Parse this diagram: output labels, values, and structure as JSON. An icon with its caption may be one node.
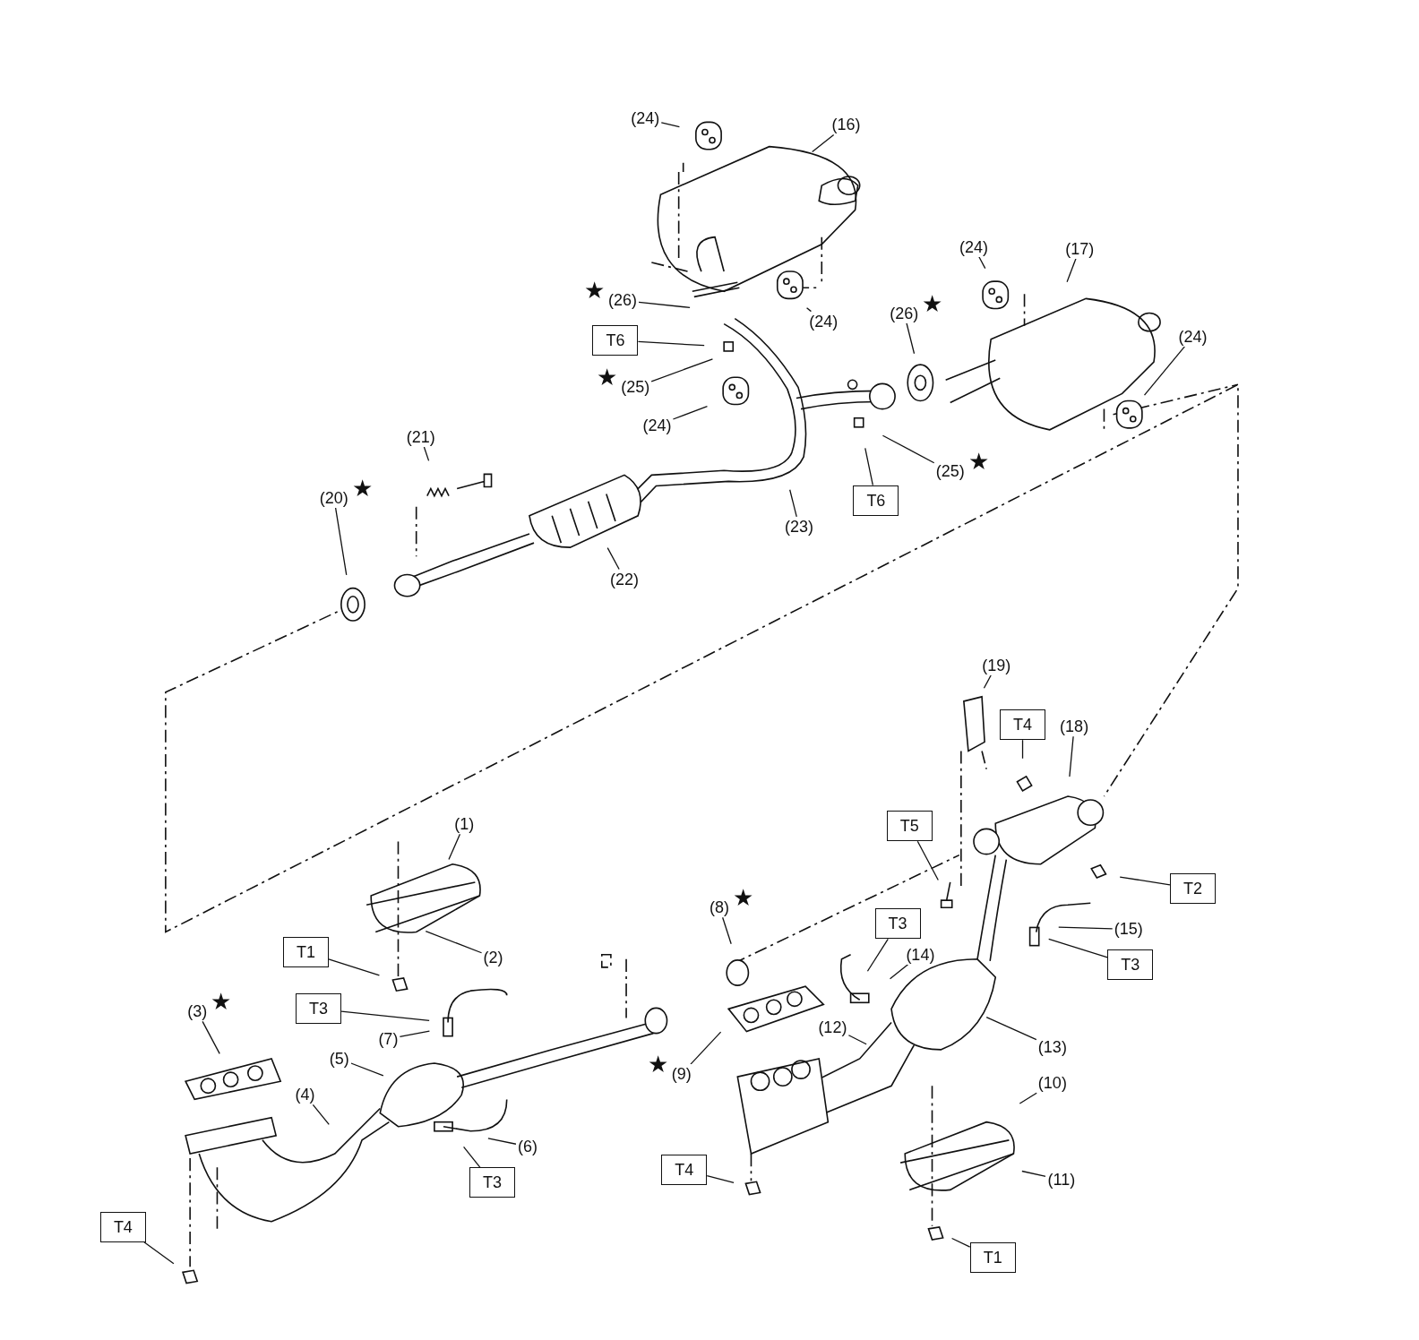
{
  "diagram": {
    "nodes": [
      {
        "text": [
          "(24)"
        ]
      },
      {
        "text": [
          "(16)"
        ]
      },
      {
        "text": [
          "(26)"
        ],
        "beside": [
          "★"
        ]
      },
      {
        "text": [
          "T6"
        ]
      },
      {
        "text": [
          "(25)"
        ],
        "beside": [
          "★"
        ]
      },
      {
        "text": [
          "(24)"
        ]
      },
      {
        "text": [
          "(24)"
        ]
      },
      {
        "text": [
          "(26)"
        ],
        "beside": [
          "★"
        ]
      },
      {
        "text": [
          "(24)"
        ]
      },
      {
        "text": [
          "(17)"
        ]
      },
      {
        "text": [
          "(24)"
        ]
      },
      {
        "text": [
          "T6"
        ]
      },
      {
        "text": [
          "(25)"
        ],
        "beside": [
          "★"
        ]
      },
      {
        "text": [
          "(23)"
        ]
      },
      {
        "text": [
          "(22)"
        ]
      },
      {
        "text": [
          "(21)"
        ]
      },
      {
        "text": [
          "(20)"
        ],
        "beside": [
          "★"
        ]
      },
      {
        "text": [
          "(19)"
        ]
      },
      {
        "text": [
          "T4"
        ]
      },
      {
        "text": [
          "(18)"
        ]
      },
      {
        "text": [
          "T5"
        ]
      },
      {
        "text": [
          "T2"
        ]
      },
      {
        "text": [
          "(1)"
        ]
      },
      {
        "text": [
          "(2)"
        ]
      },
      {
        "text": [
          "T1"
        ]
      },
      {
        "text": [
          "(8)"
        ],
        "beside": [
          "★"
        ]
      },
      {
        "text": [
          "T3"
        ]
      },
      {
        "text": [
          "(14)"
        ]
      },
      {
        "text": [
          "(15)"
        ]
      },
      {
        "text": [
          "T3"
        ]
      },
      {
        "text": [
          "(3)"
        ],
        "beside": [
          "★"
        ]
      },
      {
        "text": [
          "T3"
        ]
      },
      {
        "text": [
          "(7)"
        ]
      },
      {
        "text": [
          "(12)"
        ]
      },
      {
        "text": [
          "(13)"
        ]
      },
      {
        "text": [
          "(5)"
        ]
      },
      {
        "text": [
          "(9)"
        ],
        "beside": [
          "★"
        ]
      },
      {
        "text": [
          "(4)"
        ]
      },
      {
        "text": [
          "(10)"
        ]
      },
      {
        "text": [
          "(6)"
        ]
      },
      {
        "text": [
          "T3"
        ]
      },
      {
        "text": [
          "T4"
        ]
      },
      {
        "text": [
          "(11)"
        ]
      },
      {
        "text": [
          "T4"
        ]
      },
      {
        "text": [
          "T1"
        ]
      }
    ],
    "edges": [
      {
        "from": 0,
        "to": null,
        "arrow": "none"
      },
      {
        "from": 1,
        "to": null,
        "arrow": "none"
      },
      {
        "from": 2,
        "to": null,
        "arrow": "none"
      },
      {
        "from": 3,
        "to": null,
        "arrow": "none"
      },
      {
        "from": 4,
        "to": null,
        "arrow": "none"
      },
      {
        "from": 5,
        "to": null,
        "arrow": "none"
      },
      {
        "from": 6,
        "to": null,
        "arrow": "none"
      },
      {
        "from": 7,
        "to": null,
        "arrow": "none"
      },
      {
        "from": 8,
        "to": null,
        "arrow": "none"
      },
      {
        "from": 9,
        "to": null,
        "arrow": "none"
      },
      {
        "from": 10,
        "to": null,
        "arrow": "none"
      },
      {
        "from": 11,
        "to": null,
        "arrow": "none"
      },
      {
        "from": 12,
        "to": null,
        "arrow": "none"
      },
      {
        "from": 13,
        "to": null,
        "arrow": "none"
      },
      {
        "from": 14,
        "to": null,
        "arrow": "none"
      },
      {
        "from": 15,
        "to": null,
        "arrow": "none"
      },
      {
        "from": 16,
        "to": null,
        "arrow": "none"
      },
      {
        "from": 17,
        "to": null,
        "arrow": "none"
      },
      {
        "from": 18,
        "to": null,
        "arrow": "none"
      },
      {
        "from": 19,
        "to": null,
        "arrow": "none"
      },
      {
        "from": 20,
        "to": null,
        "arrow": "none"
      },
      {
        "from": 21,
        "to": null,
        "arrow": "none"
      },
      {
        "from": 22,
        "to": null,
        "arrow": "none"
      },
      {
        "from": 23,
        "to": null,
        "arrow": "none"
      },
      {
        "from": 24,
        "to": null,
        "arrow": "none"
      },
      {
        "from": 25,
        "to": null,
        "arrow": "none"
      },
      {
        "from": 26,
        "to": null,
        "arrow": "none"
      },
      {
        "from": 27,
        "to": null,
        "arrow": "none"
      },
      {
        "from": 28,
        "to": null,
        "arrow": "none"
      },
      {
        "from": 29,
        "to": null,
        "arrow": "none"
      },
      {
        "from": 30,
        "to": null,
        "arrow": "none"
      },
      {
        "from": 31,
        "to": null,
        "arrow": "none"
      },
      {
        "from": 32,
        "to": null,
        "arrow": "none"
      },
      {
        "from": 33,
        "to": null,
        "arrow": "none"
      },
      {
        "from": 34,
        "to": null,
        "arrow": "none"
      },
      {
        "from": 35,
        "to": null,
        "arrow": "none"
      },
      {
        "from": 36,
        "to": null,
        "arrow": "none"
      },
      {
        "from": 37,
        "to": null,
        "arrow": "none"
      },
      {
        "from": 38,
        "to": null,
        "arrow": "none"
      },
      {
        "from": 39,
        "to": null,
        "arrow": "none"
      },
      {
        "from": 40,
        "to": null,
        "arrow": "none"
      },
      {
        "from": 41,
        "to": null,
        "arrow": "none"
      },
      {
        "from": 42,
        "to": null,
        "arrow": "none"
      },
      {
        "from": 43,
        "to": null,
        "arrow": "none"
      },
      {
        "from": 44,
        "to": null,
        "arrow": "none"
      }
    ]
  }
}
